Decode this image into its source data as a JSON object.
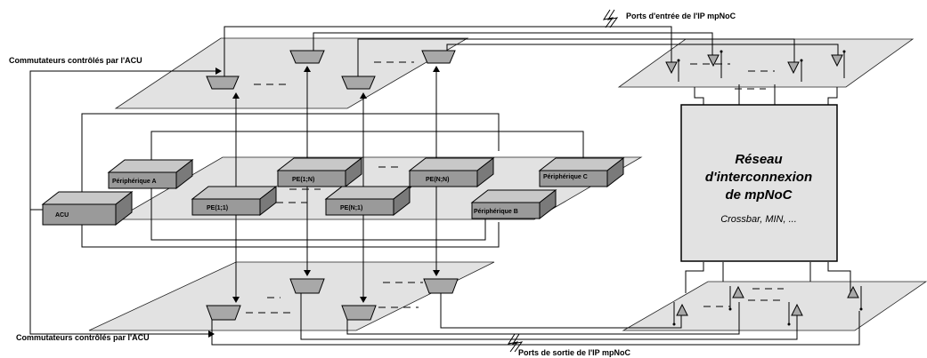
{
  "labels": {
    "top_ports": "Ports d'entrée de l'IP mpNoC",
    "bottom_ports": "Ports de sortie de l'IP mpNoC",
    "top_switches": "Commutateurs contrôlés par l'ACU",
    "bottom_switches": "Commutateurs contrôlés par l'ACU"
  },
  "network": {
    "title_line1": "Réseau",
    "title_line2": "d'interconnexion",
    "title_line3": "de mpNoC",
    "subtitle": "Crossbar, MIN, ..."
  },
  "blocks": {
    "acu": "ACU",
    "periph_a": "Périphérique A",
    "periph_b": "Périphérique B",
    "periph_c": "Périphérique C",
    "pe_11": "PE(1;1)",
    "pe_1n": "PE(1;N)",
    "pe_n1": "PE(N;1)",
    "pe_nn": "PE(N;N)"
  },
  "colors": {
    "plane": "#e2e2e2",
    "box_top": "#c8c8c8",
    "box_front": "#9a9a9a",
    "box_side": "#7a7a7a",
    "switch": "#a8a8a8",
    "network_box": "#e2e2e2"
  }
}
